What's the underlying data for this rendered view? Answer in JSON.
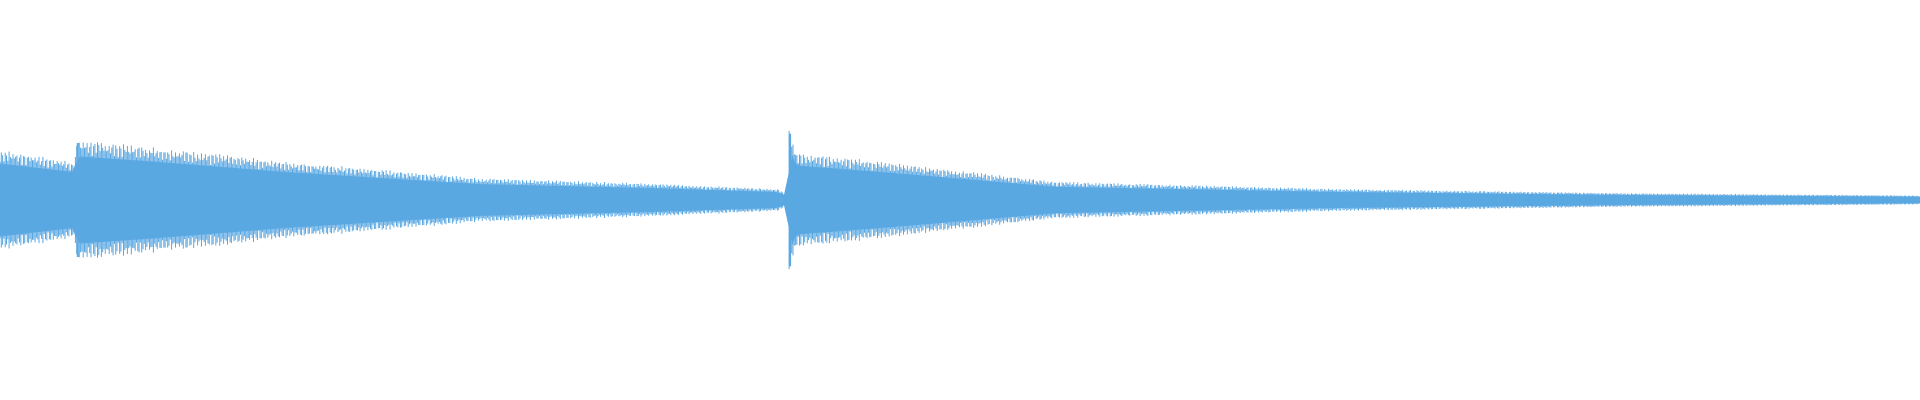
{
  "waveform": {
    "color": "#5aa8e2",
    "background": "#ffffff",
    "envelope": [
      {
        "t": 0.0,
        "amp": 0.55
      },
      {
        "t": 0.039,
        "amp": 0.42
      },
      {
        "t": 0.04,
        "amp": 0.66
      },
      {
        "t": 0.08,
        "amp": 0.58
      },
      {
        "t": 0.15,
        "amp": 0.42
      },
      {
        "t": 0.25,
        "amp": 0.24
      },
      {
        "t": 0.34,
        "amp": 0.18
      },
      {
        "t": 0.405,
        "amp": 0.12
      },
      {
        "t": 0.41,
        "amp": 0.06
      },
      {
        "t": 0.411,
        "amp": 0.77
      },
      {
        "t": 0.415,
        "amp": 0.52
      },
      {
        "t": 0.46,
        "amp": 0.42
      },
      {
        "t": 0.55,
        "amp": 0.2
      },
      {
        "t": 0.7,
        "amp": 0.12
      },
      {
        "t": 0.85,
        "amp": 0.075
      },
      {
        "t": 1.0,
        "amp": 0.05
      }
    ],
    "transients": [
      {
        "t": 0.0405,
        "amp": 0.67
      },
      {
        "t": 0.4115,
        "amp": 0.78
      }
    ]
  }
}
